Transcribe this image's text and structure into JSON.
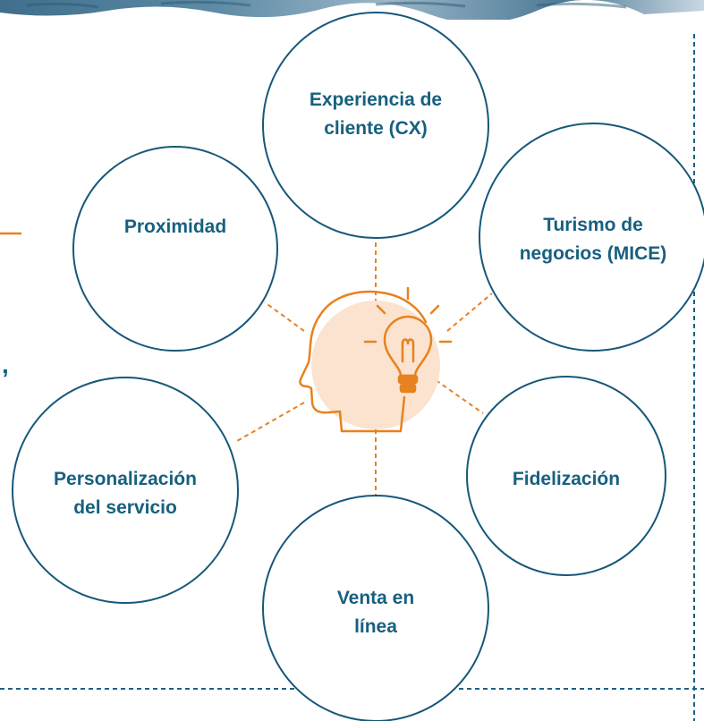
{
  "colors": {
    "circle_stroke": "#16587a",
    "label_text": "#17607f",
    "accent_orange": "#e8811f",
    "center_fill": "#fbe3cf",
    "frame_dash": "#1d5f86",
    "banner": "#3f6f8c"
  },
  "center": {
    "icon": "head-with-lightbulb-icon"
  },
  "nodes": [
    {
      "id": "cx",
      "lines": [
        "Experiencia de",
        "cliente (CX)"
      ]
    },
    {
      "id": "mice",
      "lines": [
        "Turismo de",
        "negocios (MICE)"
      ]
    },
    {
      "id": "fidelizacion",
      "lines": [
        "Fidelización"
      ]
    },
    {
      "id": "venta",
      "lines": [
        "Venta en",
        "línea"
      ]
    },
    {
      "id": "personalizacion",
      "lines": [
        "Personalización",
        "del servicio"
      ]
    },
    {
      "id": "proximidad",
      "lines": [
        "Proximidad"
      ]
    }
  ],
  "left_margin_fragments": {
    "comma": ","
  }
}
